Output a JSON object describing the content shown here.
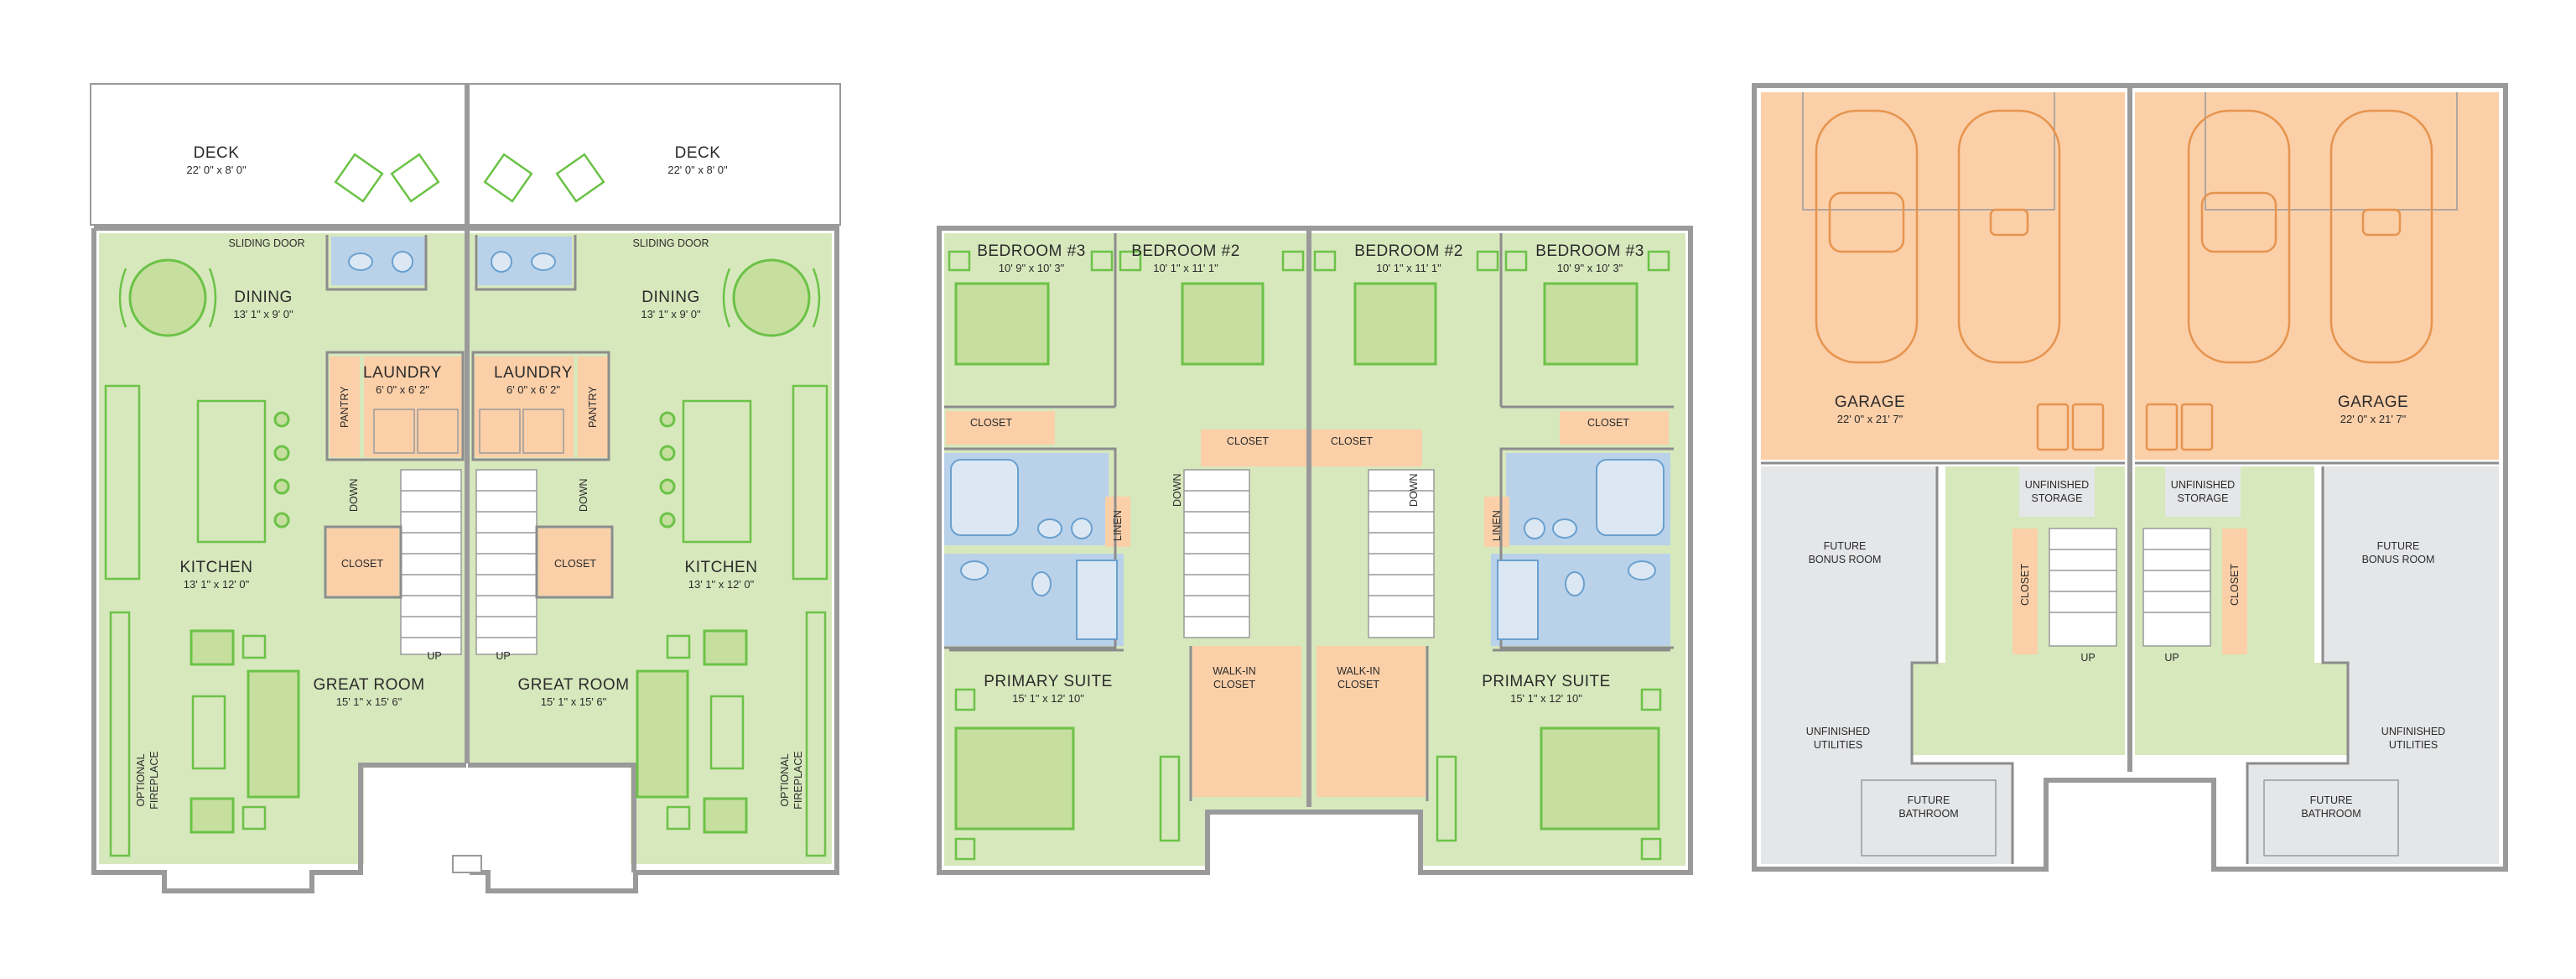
{
  "plans": {
    "main_floor": {
      "deck_left": {
        "name": "DECK",
        "dim": "22' 0\" x 8' 0\""
      },
      "deck_right": {
        "name": "DECK",
        "dim": "22' 0\" x 8' 0\""
      },
      "sliding_door_left": "SLIDING DOOR",
      "sliding_door_right": "SLIDING DOOR",
      "dining_left": {
        "name": "DINING",
        "dim": "13' 1\" x 9' 0\""
      },
      "dining_right": {
        "name": "DINING",
        "dim": "13' 1\" x 9' 0\""
      },
      "laundry_left": {
        "name": "LAUNDRY",
        "dim": "6' 0\" x 6' 2\""
      },
      "laundry_right": {
        "name": "LAUNDRY",
        "dim": "6' 0\" x 6' 2\""
      },
      "pantry_left": "PANTRY",
      "pantry_right": "PANTRY",
      "down_left": "DOWN",
      "down_right": "DOWN",
      "closet_left": "CLOSET",
      "closet_right": "CLOSET",
      "kitchen_left": {
        "name": "KITCHEN",
        "dim": "13' 1\" x 12' 0\""
      },
      "kitchen_right": {
        "name": "KITCHEN",
        "dim": "13' 1\" x 12' 0\""
      },
      "up_left": "UP",
      "up_right": "UP",
      "great_room_left": {
        "name": "GREAT ROOM",
        "dim": "15' 1\" x 15' 6\""
      },
      "great_room_right": {
        "name": "GREAT ROOM",
        "dim": "15' 1\" x 15' 6\""
      },
      "fireplace_left": [
        "OPTIONAL",
        "FIREPLACE"
      ],
      "fireplace_right": [
        "OPTIONAL",
        "FIREPLACE"
      ]
    },
    "upper_floor": {
      "bedroom3_left": {
        "name": "BEDROOM #3",
        "dim": "10' 9\" x 10' 3\""
      },
      "bedroom2_left": {
        "name": "BEDROOM #2",
        "dim": "10' 1\" x 11' 1\""
      },
      "bedroom2_right": {
        "name": "BEDROOM #2",
        "dim": "10' 1\" x 11' 1\""
      },
      "bedroom3_right": {
        "name": "BEDROOM #3",
        "dim": "10' 9\" x 10' 3\""
      },
      "closet_a": "CLOSET",
      "closet_b": "CLOSET",
      "closet_c": "CLOSET",
      "closet_d": "CLOSET",
      "linen_left": "LINEN",
      "linen_right": "LINEN",
      "down_left": "DOWN",
      "down_right": "DOWN",
      "walkin_left": [
        "WALK-IN",
        "CLOSET"
      ],
      "walkin_right": [
        "WALK-IN",
        "CLOSET"
      ],
      "primary_left": {
        "name": "PRIMARY SUITE",
        "dim": "15' 1\" x 12' 10\""
      },
      "primary_right": {
        "name": "PRIMARY SUITE",
        "dim": "15' 1\" x 12' 10\""
      }
    },
    "lower_floor": {
      "garage_left": {
        "name": "GARAGE",
        "dim": "22' 0\" x 21' 7\""
      },
      "garage_right": {
        "name": "GARAGE",
        "dim": "22' 0\" x 21' 7\""
      },
      "storage_left": [
        "UNFINISHED",
        "STORAGE"
      ],
      "storage_right": [
        "UNFINISHED",
        "STORAGE"
      ],
      "bonus_left": [
        "FUTURE",
        "BONUS ROOM"
      ],
      "bonus_right": [
        "FUTURE",
        "BONUS ROOM"
      ],
      "closet_left": "CLOSET",
      "closet_right": "CLOSET",
      "up_left": "UP",
      "up_right": "UP",
      "utilities_left": [
        "UNFINISHED",
        "UTILITIES"
      ],
      "utilities_right": [
        "UNFINISHED",
        "UTILITIES"
      ],
      "bath_left": [
        "FUTURE",
        "BATHROOM"
      ],
      "bath_right": [
        "FUTURE",
        "BATHROOM"
      ]
    }
  },
  "colors": {
    "living": "#d7e8bd",
    "bath": "#b9d2ea",
    "storage": "#fbcfa8",
    "unfinished": "#e5e6e8",
    "furniture": "#6cc247",
    "wall": "#9a9a9a"
  },
  "icons": [
    "car-icon",
    "bed-icon",
    "sofa-icon",
    "dining-table-icon",
    "toilet-icon",
    "sink-icon",
    "bathtub-icon",
    "washer-dryer-icon",
    "chair-icon"
  ]
}
